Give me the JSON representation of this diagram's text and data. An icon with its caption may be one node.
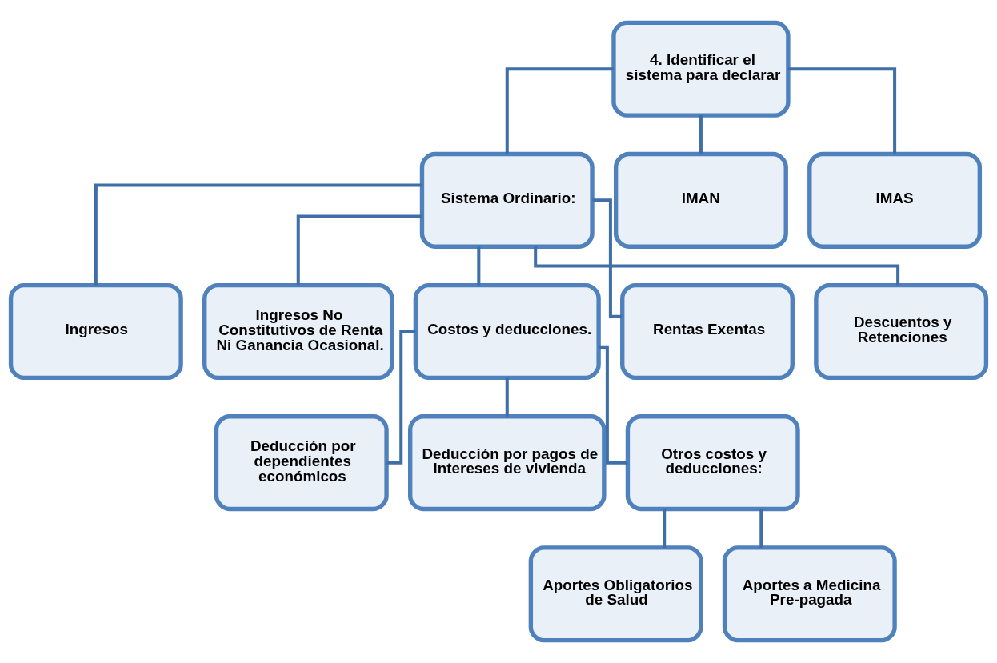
{
  "diagram": {
    "nodes": [
      {
        "text": [
          "4. Identificar el sistema para declarar"
        ]
      },
      {
        "text": [
          "Sistema Ordinario:"
        ]
      },
      {
        "text": [
          "IMAN"
        ]
      },
      {
        "text": [
          "IMAS"
        ]
      },
      {
        "text": [
          "Ingresos"
        ]
      },
      {
        "text": [
          "Ingresos No Constitutivos de Renta Ni Ganancia Ocasional."
        ]
      },
      {
        "text": [
          "Costos y deducciones."
        ]
      },
      {
        "text": [
          "Rentas Exentas"
        ]
      },
      {
        "text": [
          "Descuentos y Retenciones"
        ]
      },
      {
        "text": [
          "Deducción por dependientes económicos"
        ]
      },
      {
        "text": [
          "Deducción por pagos de intereses de vivienda"
        ]
      },
      {
        "text": [
          "Otros costos y deducciones:"
        ]
      },
      {
        "text": [
          "Aportes Obligatorios de Salud"
        ]
      },
      {
        "text": [
          "Aportes a Medicina Pre-pagada"
        ]
      }
    ],
    "edges": [
      {
        "from": 0,
        "to": 1,
        "arrow": "none"
      },
      {
        "from": 0,
        "to": 2,
        "arrow": "none"
      },
      {
        "from": 0,
        "to": 3,
        "arrow": "none"
      },
      {
        "from": 1,
        "to": 4,
        "arrow": "none"
      },
      {
        "from": 1,
        "to": 5,
        "arrow": "none"
      },
      {
        "from": 1,
        "to": 6,
        "arrow": "none"
      },
      {
        "from": 1,
        "to": 7,
        "arrow": "none"
      },
      {
        "from": 1,
        "to": 8,
        "arrow": "none"
      },
      {
        "from": 6,
        "to": 9,
        "arrow": "none"
      },
      {
        "from": 6,
        "to": 10,
        "arrow": "none"
      },
      {
        "from": 6,
        "to": 11,
        "arrow": "none"
      },
      {
        "from": 11,
        "to": 12,
        "arrow": "none"
      },
      {
        "from": 11,
        "to": 13,
        "arrow": "none"
      }
    ]
  }
}
